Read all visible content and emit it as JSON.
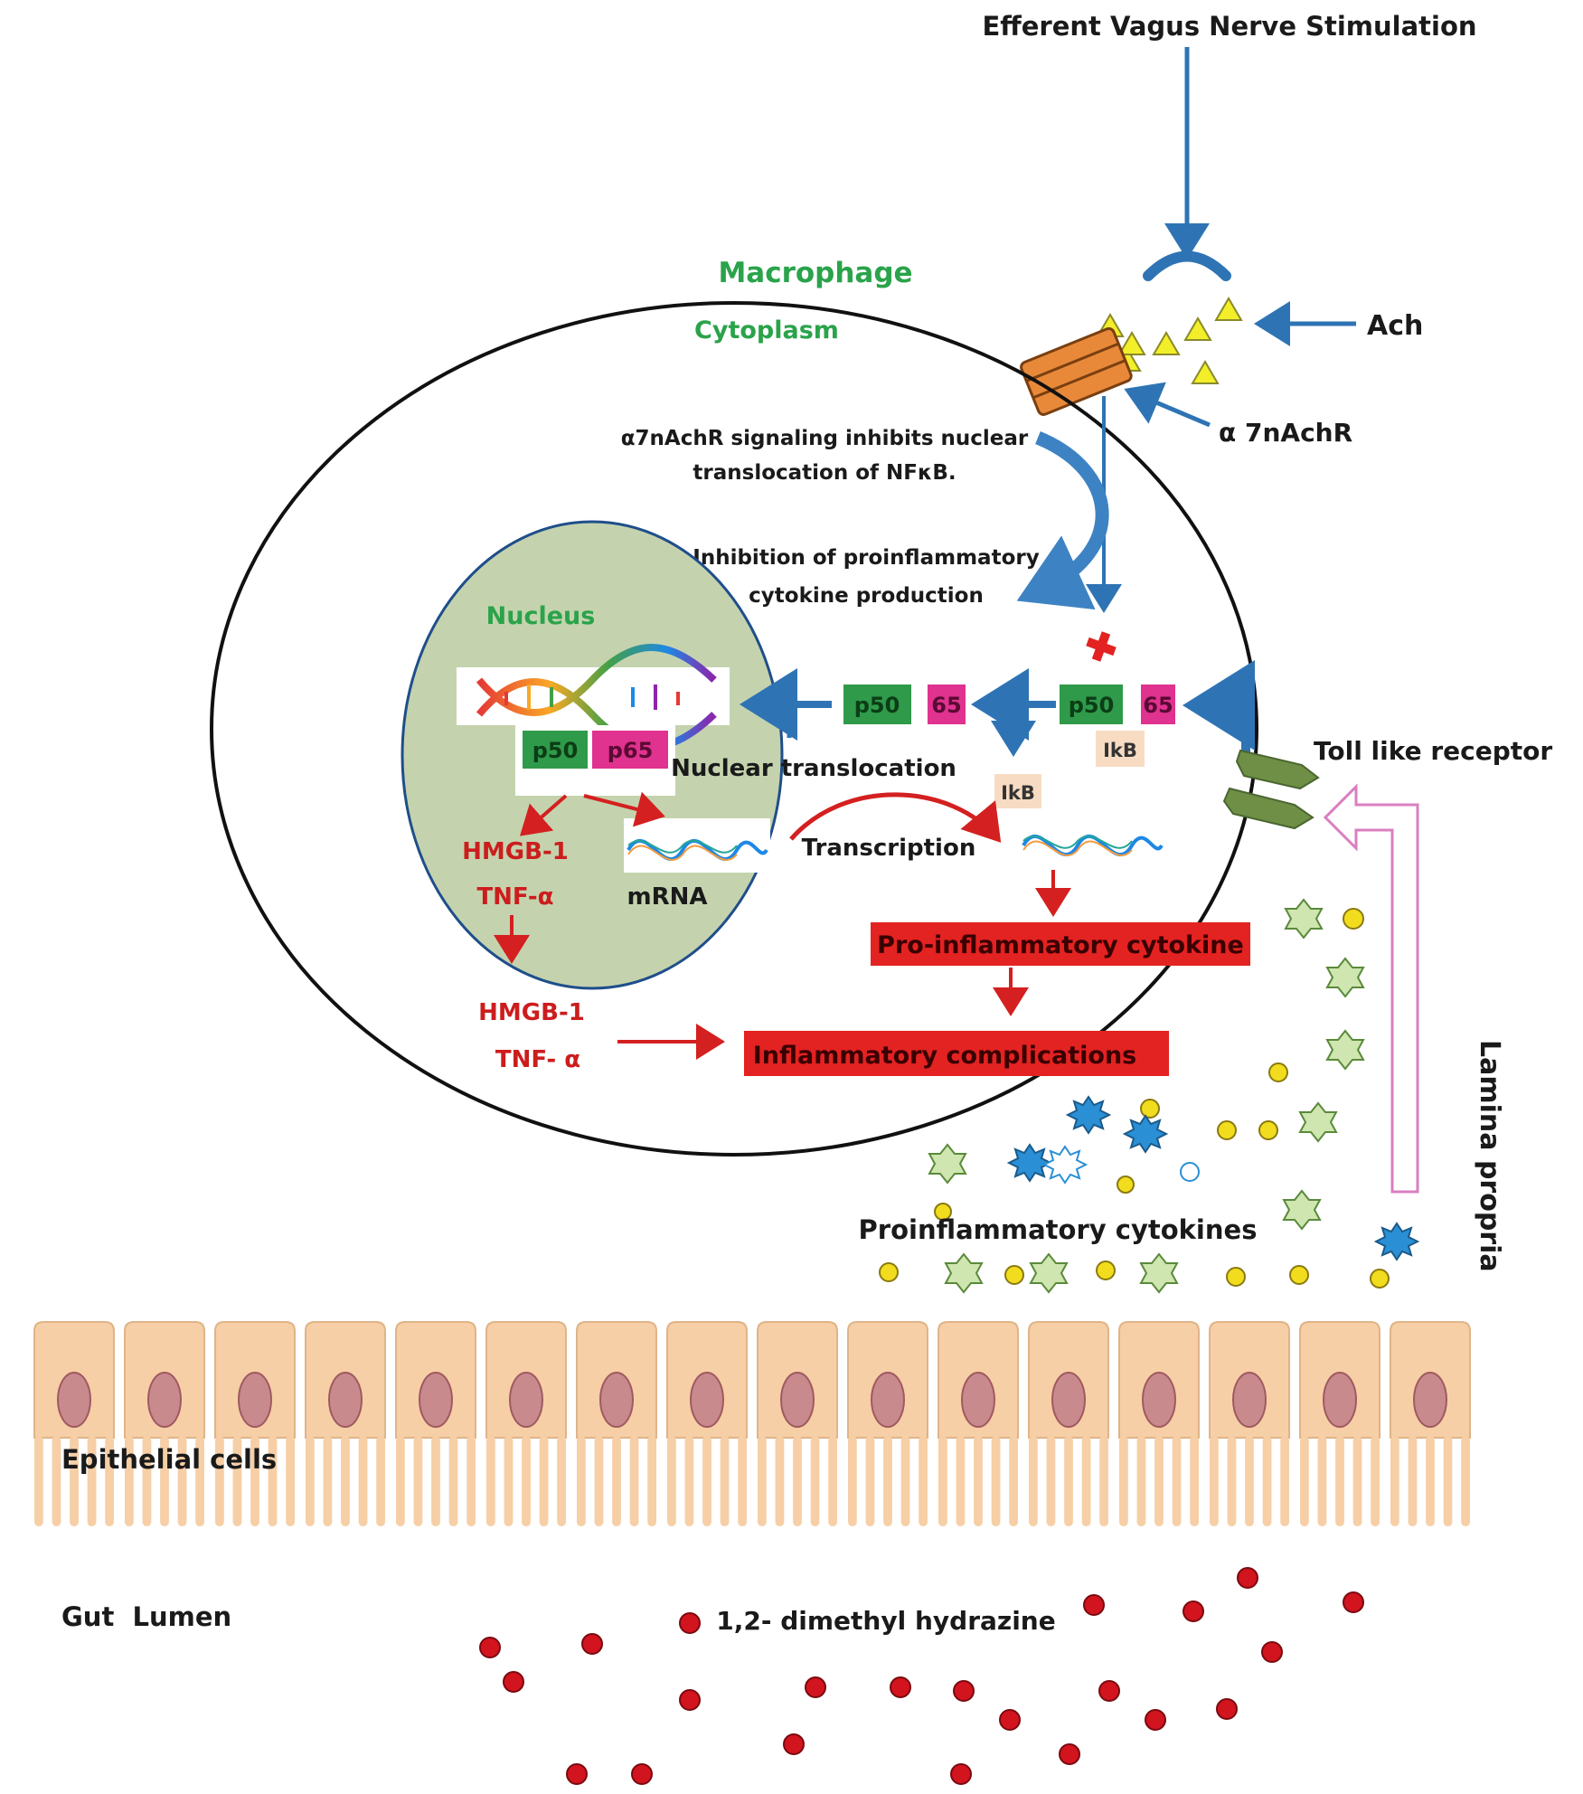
{
  "title": "Efferent Vagus Nerve Stimulation",
  "labels": {
    "macrophage": "Macrophage",
    "cytoplasm": "Cytoplasm",
    "ach": "Ach",
    "receptor": "α 7nAchR",
    "signaling_line1": "α7nAchR signaling inhibits nuclear",
    "signaling_line2": "translocation of NFκB.",
    "inhibition_line1": "Inhibition of proinflammatory",
    "inhibition_line2": "cytokine production",
    "nucleus": "Nucleus",
    "p50": "p50",
    "p65": "p65",
    "n65": "65",
    "ikb": "IkB",
    "nuclear_translocation": "Nuclear translocation",
    "toll_like_receptor": "Toll like receptor",
    "hmgb1": "HMGB-1",
    "tnf_a": "TNF-α",
    "tnf_a_spaced": "TNF- α",
    "mrna": "mRNA",
    "transcription": "Transcription",
    "pro_inflammatory_cytokine": "Pro-inflammatory cytokine",
    "inflammatory_complications": "Inflammatory complications",
    "lamina_propria": "Lamina propria",
    "proinflammatory_cytokines": "Proinflammatory cytokines",
    "epithelial_cells": "Epithelial cells",
    "gut_lumen": "Gut  Lumen",
    "dimethyl_hydrazine": "1,2- dimethyl hydrazine"
  },
  "colors": {
    "nucleus_fill": "#c4d3ae",
    "p50_green": "#2f9a4a",
    "p65_magenta": "#e0328f",
    "receptor_orange": "#e8893a",
    "ach_yellow": "#f2ee2a",
    "arrow_blue": "#2e74b5",
    "label_green": "#2aa34a",
    "alert_red": "#e32222",
    "dark_red": "#cc1d1d",
    "epithelium": "#f6cfa6",
    "epithelium_nucleus": "#c98a8e",
    "hydrazine_red": "#d2141e",
    "tlr_green": "#6e8f45",
    "lamina_arrow_pink": "#d97fc0"
  },
  "icons": [
    "synapse-bouton-icon",
    "acetylcholine-triangle-icon",
    "receptor-channel-icon",
    "dna-helix-icon",
    "mrna-wave-icon",
    "inhibition-cross-icon",
    "toll-like-receptor-icon",
    "cytokine-star-icon",
    "cytokine-dot-icon",
    "hydrazine-dot-icon"
  ]
}
